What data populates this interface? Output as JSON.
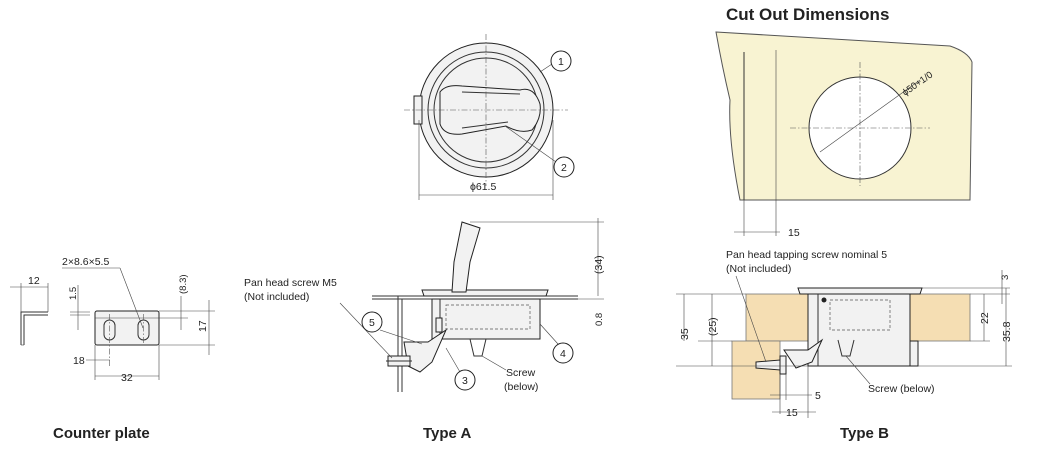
{
  "title": "Cut Out Dimensions",
  "captions": {
    "counter_plate": "Counter plate",
    "type_a": "Type A",
    "type_b": "Type B"
  },
  "counter_plate": {
    "dim_12": "12",
    "dim_1_5": "1.5",
    "dim_slot": "2×8.6×5.5",
    "dim_8_3": "(8.3)",
    "dim_17": "17",
    "dim_18": "18",
    "dim_32": "32"
  },
  "top_view": {
    "dim_diameter": "ϕ61.5",
    "callout_1": "1",
    "callout_2": "2"
  },
  "type_a": {
    "screw_note_line1": "Pan head screw M5",
    "screw_note_line2": "(Not included)",
    "dim_34": "(34)",
    "dim_0_8": "0.8",
    "screw_label_line1": "Screw",
    "screw_label_line2": "(below)",
    "callout_3": "3",
    "callout_4": "4",
    "callout_5": "5"
  },
  "cutout": {
    "dim_diameter": "ϕ50+1/0",
    "dim_15": "15"
  },
  "type_b": {
    "screw_note_line1": "Pan head tapping screw nominal 5",
    "screw_note_line2": "(Not included)",
    "dim_3": "3",
    "dim_35": "35",
    "dim_25": "(25)",
    "dim_22": "22",
    "dim_35_8": "35.8",
    "dim_5": "5",
    "dim_15": "15",
    "screw_label": "Screw (below)"
  }
}
